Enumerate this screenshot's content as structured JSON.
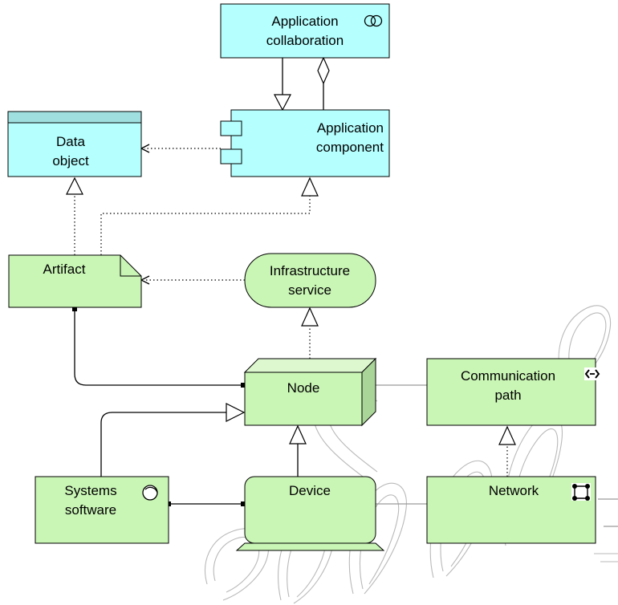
{
  "nodes": {
    "application_collaboration": {
      "line1": "Application",
      "line2": "collaboration"
    },
    "application_component": {
      "line1": "Application",
      "line2": "component"
    },
    "data_object": {
      "line1": "Data",
      "line2": "object"
    },
    "artifact": {
      "label": "Artifact"
    },
    "infrastructure_service": {
      "line1": "Infrastructure",
      "line2": "service"
    },
    "node": {
      "label": "Node"
    },
    "communication_path": {
      "line1": "Communication",
      "line2": "path"
    },
    "systems_software": {
      "line1": "Systems",
      "line2": "software"
    },
    "device": {
      "label": "Device"
    },
    "network": {
      "label": "Network"
    }
  },
  "colors": {
    "application_fill": "#b5ffff",
    "application_header": "#9fdfdf",
    "infrastructure_fill": "#c9f5b5",
    "node_top": "#ddf8cf",
    "node_side": "#a9d698",
    "watermark": "#b9b9b9"
  }
}
